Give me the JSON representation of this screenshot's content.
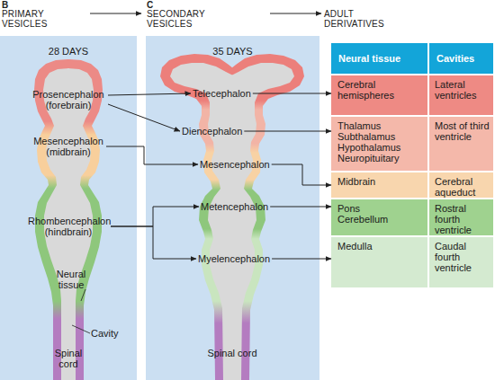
{
  "diagram": {
    "nodes": [
      {
        "text": [
          "28 DAYS"
        ]
      },
      {
        "text": [
          "Prosencephalon (forebrain)"
        ],
        "in": 0
      },
      {
        "text": [
          "Mesencephalon (midbrain)"
        ],
        "in": 0
      },
      {
        "text": [
          "Rhombencephalon (hindbrain)"
        ],
        "in": 0
      },
      {
        "text": [
          "35 DAYS"
        ]
      },
      {
        "text": [
          "Telecephalon"
        ],
        "in": 4
      },
      {
        "text": [
          "Diencephalon"
        ],
        "in": 4
      },
      {
        "text": [
          "Mesencephalon"
        ],
        "in": 4
      },
      {
        "text": [
          "Metencephalon"
        ],
        "in": 4
      },
      {
        "text": [
          "Myelencephalon"
        ],
        "in": 4
      },
      {
        "text": [
          "Neural tissue"
        ]
      },
      {
        "text": [
          "Cavities"
        ]
      },
      {
        "text": [
          "Cerebral hemispheres"
        ]
      },
      {
        "text": [
          "Lateral ventricles"
        ]
      },
      {
        "text": [
          "Thalamus Subthalamus Hypothalamus Neuropituitary"
        ]
      },
      {
        "text": [
          "Most of third ventricle"
        ]
      },
      {
        "text": [
          "Midbrain"
        ]
      },
      {
        "text": [
          "Cerebral aqueduct"
        ]
      },
      {
        "text": [
          "Pons Cerebellum"
        ]
      },
      {
        "text": [
          "Rostral fourth ventricle"
        ]
      },
      {
        "text": [
          "Medulla"
        ]
      },
      {
        "text": [
          "Caudal fourth ventricle"
        ]
      }
    ],
    "edges": [
      {
        "from": 1,
        "to": 5,
        "arrow": "to"
      },
      {
        "from": 1,
        "to": 6,
        "arrow": "to"
      },
      {
        "from": 2,
        "to": 7,
        "arrow": "to"
      },
      {
        "from": 3,
        "to": 8,
        "arrow": "to"
      },
      {
        "from": 3,
        "to": 9,
        "arrow": "to"
      },
      {
        "from": 5,
        "to": 12,
        "arrow": "to"
      },
      {
        "from": 6,
        "to": 14,
        "arrow": "to"
      },
      {
        "from": 7,
        "to": 16,
        "arrow": "to"
      },
      {
        "from": 8,
        "to": 18,
        "arrow": "to"
      },
      {
        "from": 9,
        "to": 20,
        "arrow": "to"
      }
    ],
    "labels": [
      "B",
      "PRIMARY VESICLES",
      "C",
      "SECONDARY VESICLES",
      "ADULT DERIVATIVES",
      "Neural tissue",
      "Cavity",
      "Spinal cord",
      "Spinal cord"
    ]
  }
}
